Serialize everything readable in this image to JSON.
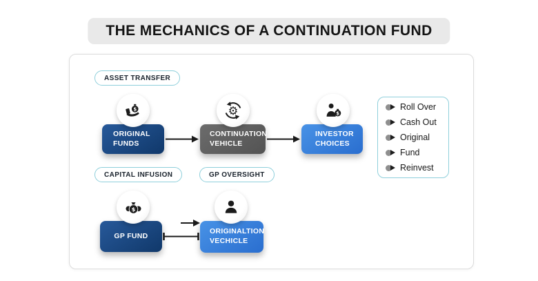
{
  "title": "THE MECHANICS OF A CONTINUATION FUND",
  "stage_labels": {
    "asset_transfer": "ASSET TRANSFER",
    "capital_infusion": "CAPITAL INFUSION",
    "gp_oversight": "GP OVERSIGHT"
  },
  "boxes": {
    "original_funds": {
      "label": "ORIGINAL FUNDS",
      "color": "#15406f",
      "icon": "hand-money-bag-icon"
    },
    "continuation_vehicle": {
      "label": "CONTINUATION VEHICLE",
      "color": "#5e5e5e",
      "icon": "gear-cycle-icon"
    },
    "investor_choices": {
      "label": "INVESTOR CHOICES",
      "color": "#3380d9",
      "icon": "investor-money-bag-icon"
    },
    "gp_fund": {
      "label": "GP FUND",
      "color": "#15406f",
      "icon": "money-bags-icon"
    },
    "origination_vehicle": {
      "label": "ORIGINALTION VECHICLE",
      "color": "#3380d9",
      "icon": "person-icon"
    }
  },
  "investor_options": {
    "items": [
      "Roll Over",
      "Cash Out",
      "Original",
      "Fund",
      "Reinvest"
    ],
    "bullet": "dot-arrow-icon"
  },
  "connectors": {
    "row1": [
      "arrow-right",
      "arrow-right"
    ],
    "row2": [
      "arrow-right-small",
      "bar-ended-line"
    ]
  },
  "colors": {
    "title_bg": "#e9e9e9",
    "pill_border": "#8ecfdb",
    "panel_border": "#8ecfdb",
    "navy": "#15406f",
    "gray": "#5e5e5e",
    "blue": "#3380d9",
    "arrow": "#1a1a1a"
  }
}
